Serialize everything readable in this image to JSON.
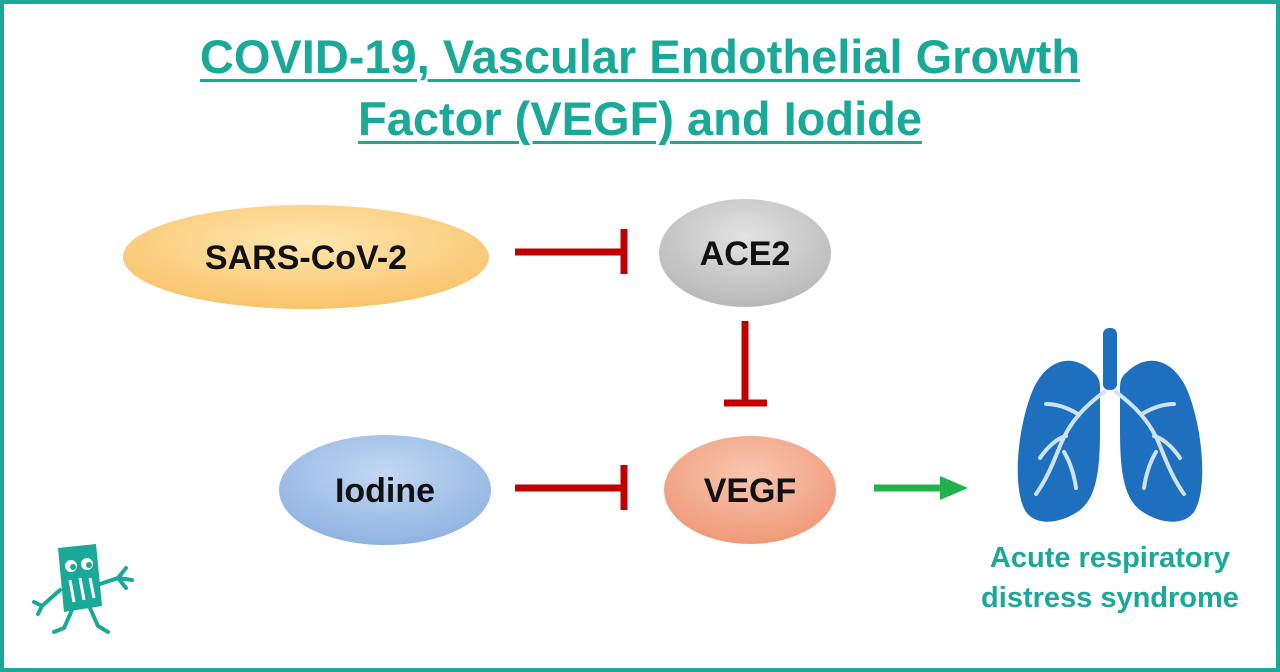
{
  "title": {
    "line1": "COVID-19, Vascular Endothelial Growth",
    "line2": "Factor (VEGF) and Iodide"
  },
  "nodes": {
    "sars": "SARS-CoV-2",
    "ace2": "ACE2",
    "iodine": "Iodine",
    "vegf": "VEGF"
  },
  "outcome": {
    "line1": "Acute respiratory",
    "line2": "distress syndrome",
    "icon": "lungs-icon"
  },
  "edges": [
    {
      "from": "SARS-CoV-2",
      "to": "ACE2",
      "type": "inhibit"
    },
    {
      "from": "ACE2",
      "to": "VEGF",
      "type": "inhibit"
    },
    {
      "from": "Iodine",
      "to": "VEGF",
      "type": "inhibit"
    },
    {
      "from": "VEGF",
      "to": "Acute respiratory distress syndrome",
      "type": "promote"
    }
  ],
  "logo": {
    "icon": "mascot-logo"
  },
  "colors": {
    "accent": "#1aa898",
    "inhibit": "#c00000",
    "promote": "#22b14c",
    "lungs": "#1f6fbf",
    "sars_fill": "#ffd27f",
    "ace2_fill": "#c9c9c9",
    "iodine_fill": "#9fc0ea",
    "vegf_fill": "#f4a98a"
  }
}
